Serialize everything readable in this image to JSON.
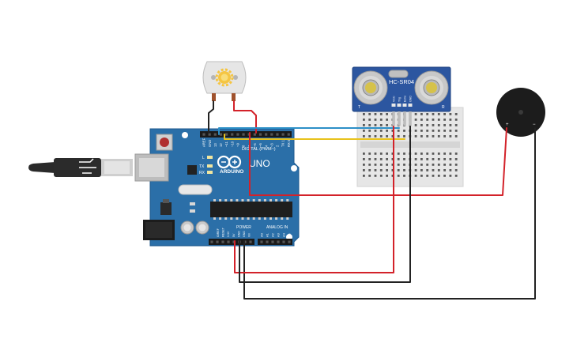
{
  "arduino": {
    "brand_label": "ARDUINO",
    "model_label": "UNO",
    "digital_label": "DIGITAL (PWM~)",
    "power_label": "POWER",
    "analog_label": "ANALOG IN",
    "led_l": "L",
    "led_tx": "TX",
    "led_rx": "RX",
    "digital_pins": [
      "AREF",
      "GND",
      "13",
      "12",
      "~11",
      "~10",
      "~9",
      "8",
      "7",
      "~6",
      "~5",
      "4",
      "~3",
      "2",
      "TX 1",
      "RX 0"
    ],
    "power_pins": [
      "IOREF",
      "RESET",
      "3.3V",
      "5V",
      "GND",
      "GND",
      "Vin"
    ],
    "analog_pins": [
      "A0",
      "A1",
      "A2",
      "A3",
      "A4",
      "A5"
    ]
  },
  "sensor": {
    "model_label": "HC-SR04",
    "pin_labels": [
      "VCC",
      "Trig",
      "Echo",
      "GND"
    ],
    "corner_left": "T",
    "corner_right": "R"
  },
  "buzzer": {
    "plus_label": "+",
    "minus_label": "−"
  },
  "colors": {
    "board": "#2b6fa8",
    "board_edge": "#1f5a8e",
    "wire_red": "#d3222a",
    "wire_black": "#222222",
    "wire_blue": "#2c8fc7",
    "wire_yellow": "#e8c21b",
    "breadboard": "#e6e6e6",
    "sensor_board": "#2c56a0"
  },
  "icons": {
    "arduino_logo": "infinity-logo-icon",
    "motor_shaft": "gear-icon"
  }
}
